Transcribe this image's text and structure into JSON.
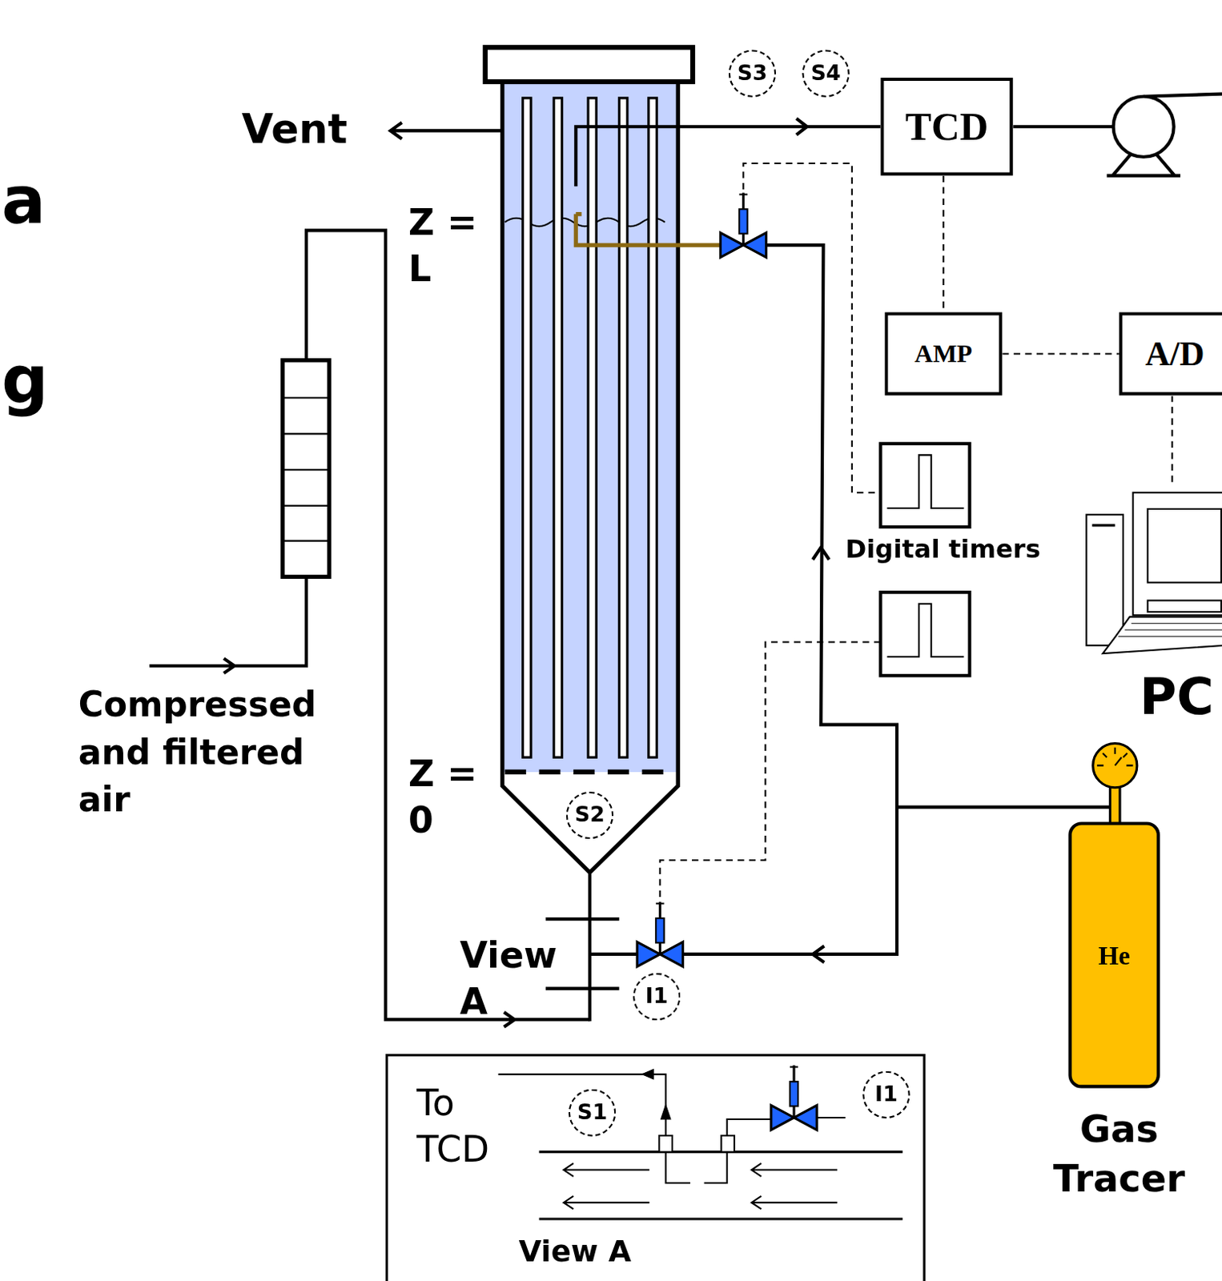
{
  "diagram": {
    "nodes": [
      {
        "text": [
          "S3"
        ]
      },
      {
        "text": [
          "S4"
        ]
      },
      {
        "text": [
          "TCD"
        ]
      },
      {
        "text": [
          "AMP"
        ]
      },
      {
        "text": [
          "A/D"
        ]
      },
      {
        "text": [
          "PC"
        ]
      },
      {
        "text": [
          "S2"
        ]
      },
      {
        "text": [
          "I1"
        ]
      },
      {
        "text": [
          "He",
          "Gas Tracer"
        ]
      },
      {
        "text": [
          "To TCD",
          "View A"
        ]
      },
      {
        "text": [
          "S1"
        ],
        "in": 9
      },
      {
        "text": [
          "I1"
        ],
        "in": 9
      }
    ],
    "edges": [
      {
        "from": 2,
        "to": 3,
        "arrow": "none"
      },
      {
        "from": 3,
        "to": 4,
        "arrow": "none"
      },
      {
        "from": 4,
        "to": 5,
        "arrow": "none"
      }
    ],
    "labels": [
      "Vent",
      "Z = L",
      "Z = 0",
      "Compressed and filtered air",
      "View A",
      "Digital timers",
      "a",
      "g"
    ]
  }
}
